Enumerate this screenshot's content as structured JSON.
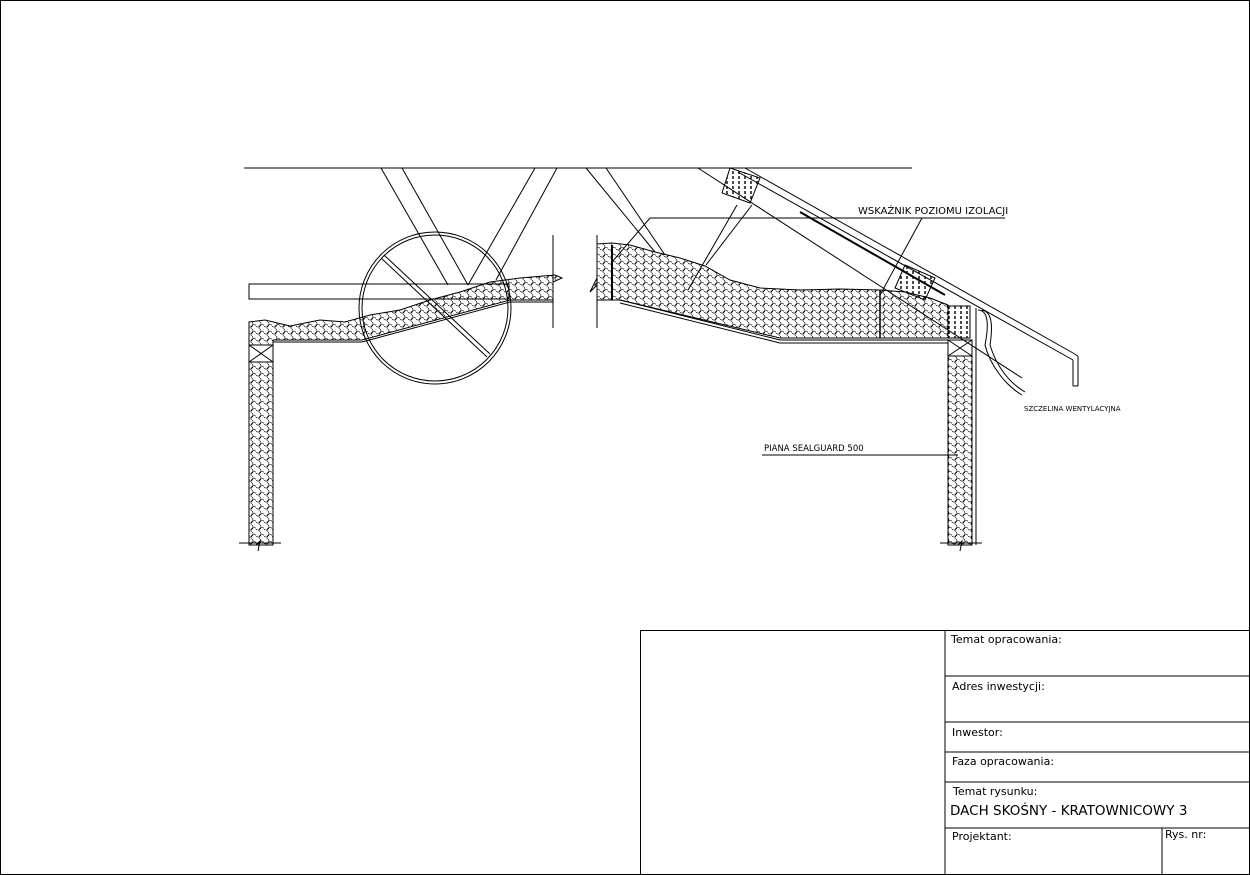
{
  "drawing": {
    "labels": {
      "insulation_level_indicator": "WSKAŹNIK POZIOMU IZOLACJI",
      "ventilation_gap": "SZCZELINA WENTYLACYJNA",
      "foam": "PIANA SEALGUARD 500"
    }
  },
  "title_block": {
    "subject_label": "Temat opracowania:",
    "address_label": "Adres inwestycji:",
    "investor_label": "Inwestor:",
    "phase_label": "Faza opracowania:",
    "drawing_subject_label": "Temat rysunku:",
    "drawing_subject_value": "DACH SKOŚNY - KRATOWNICOWY 3",
    "designer_label": "Projektant:",
    "drawing_no_label": "Rys. nr:"
  }
}
